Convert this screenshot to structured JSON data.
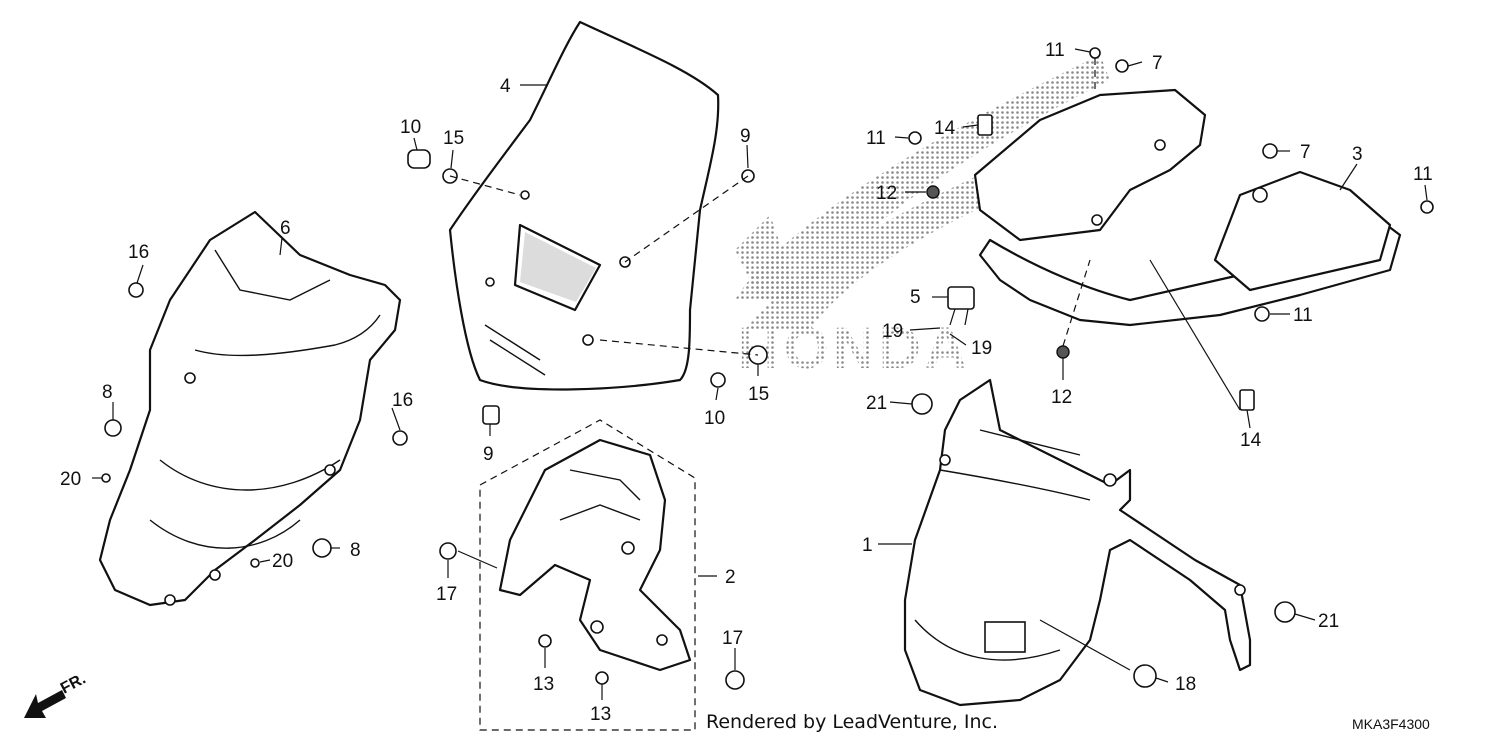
{
  "credit": "Rendered by LeadVenture, Inc.",
  "diagram_code": "MKA3F4300",
  "front_marker": "FR.",
  "brand_watermark": "HONDA",
  "callouts": {
    "c4": "4",
    "c6": "6",
    "c16a": "16",
    "c16b": "16",
    "c10a": "10",
    "c15a": "15",
    "c9a": "9",
    "c9b": "9",
    "c10b": "10",
    "c15b": "15",
    "c8a": "8",
    "c8b": "8",
    "c20a": "20",
    "c20b": "20",
    "c17a": "17",
    "c17b": "17",
    "c2": "2",
    "c13a": "13",
    "c13b": "13",
    "c11a": "11",
    "c11b": "11",
    "c11c": "11",
    "c11d": "11",
    "c7a": "7",
    "c7b": "7",
    "c14a": "14",
    "c14b": "14",
    "c12a": "12",
    "c12b": "12",
    "c3": "3",
    "c5": "5",
    "c19a": "19",
    "c19b": "19",
    "c21a": "21",
    "c21b": "21",
    "c1": "1",
    "c18": "18"
  },
  "colors": {
    "ink": "#111111",
    "watermark": "#9a9a9a",
    "background": "#ffffff"
  }
}
